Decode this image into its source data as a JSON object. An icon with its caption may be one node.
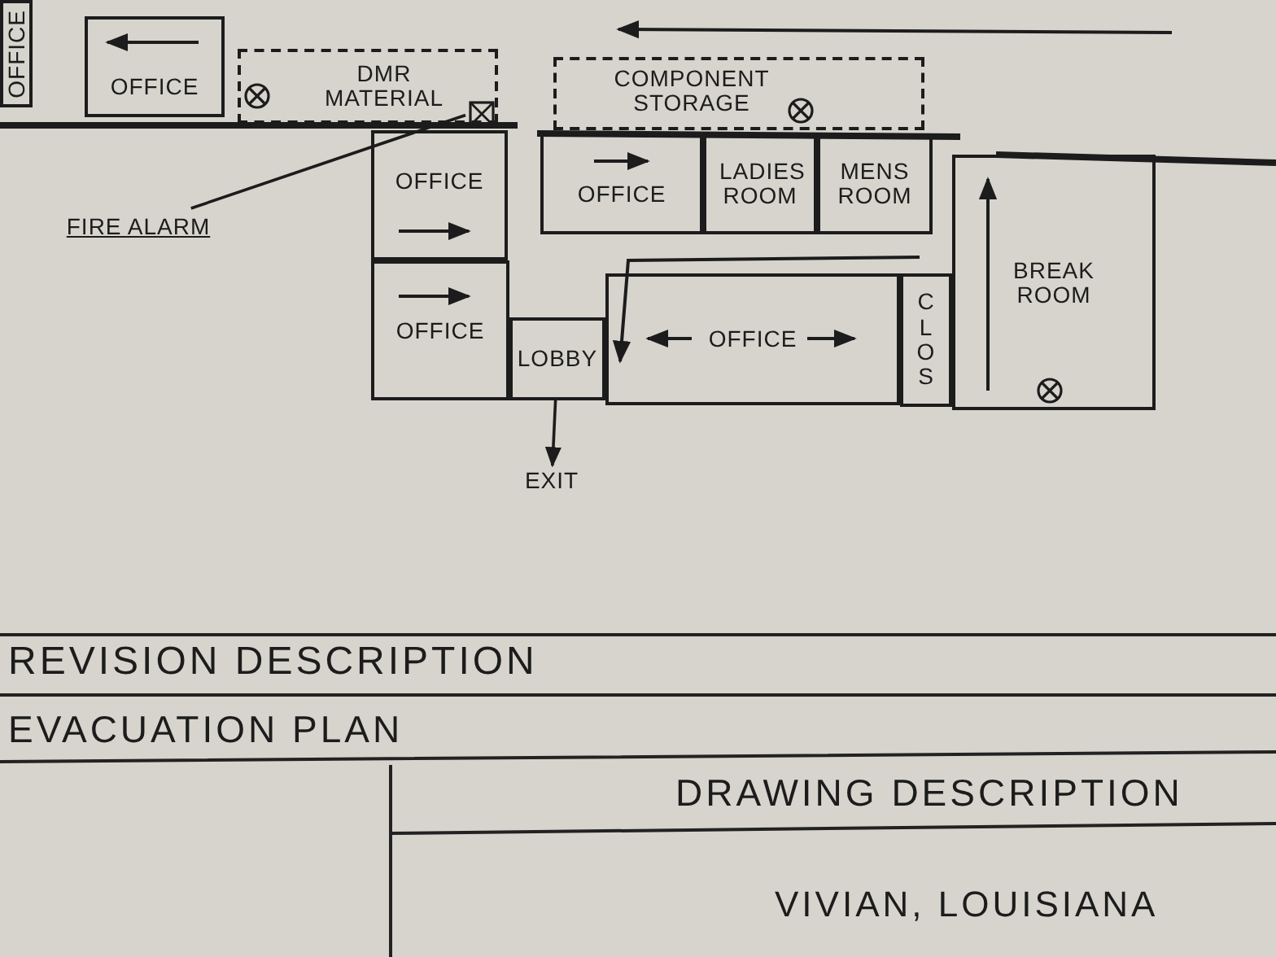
{
  "diagram": {
    "title": "EVACUATION PLAN",
    "nodes": [
      {
        "text": [
          "OFFICE"
        ]
      },
      {
        "text": [
          "OFFICE"
        ]
      },
      {
        "text": [
          "DMR MATERIAL"
        ]
      },
      {
        "text": [
          "COMPONENT STORAGE"
        ]
      },
      {
        "text": [
          "OFFICE"
        ]
      },
      {
        "text": [
          "OFFICE"
        ]
      },
      {
        "text": [
          "LADIES ROOM"
        ]
      },
      {
        "text": [
          "MENS ROOM"
        ]
      },
      {
        "text": [
          "OFFICE"
        ]
      },
      {
        "text": [
          "LOBBY"
        ]
      },
      {
        "text": [
          "OFFICE"
        ]
      },
      {
        "text": [
          "CLOS"
        ]
      },
      {
        "text": [
          "BREAK ROOM"
        ]
      },
      {
        "text": [
          "FIRE ALARM"
        ]
      },
      {
        "text": [],
        "shape": "box",
        "in": 2
      },
      {
        "text": [
          "EXIT"
        ]
      }
    ],
    "edges": [
      {
        "from": 13,
        "to": 14,
        "arrow": "none"
      },
      {
        "from": 9,
        "to": 15,
        "arrow": "to"
      }
    ],
    "labels": [
      "REVISION DESCRIPTION",
      "DRAWING DESCRIPTION",
      "VIVIAN, LOUISIANA"
    ]
  }
}
